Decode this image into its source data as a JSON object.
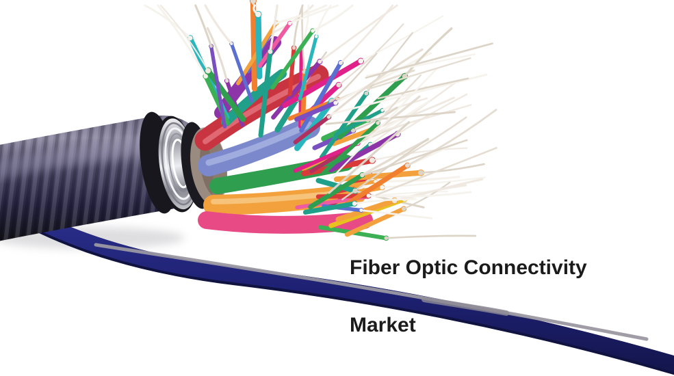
{
  "title": {
    "line1": "Fiber Optic Connectivity",
    "line2": "Market",
    "color": "#1b1b1b"
  },
  "artwork": {
    "subject": "frayed-fiber-optic-cable",
    "colors": {
      "background": "#ffffff",
      "jacket_dark": "#1c1b2e",
      "jacket_mid": "#4a4766",
      "jacket_light": "#8c87a0",
      "black_ring": "#17171d",
      "metal_silver": "#c3c3cc",
      "wrap_tan": "#a8988c",
      "thin_cable": "#1e2173",
      "thin_cable_dark": "#10123f",
      "thin_cable_highlight": "#9b98a2",
      "tube_red": "#c83540",
      "tube_periwinkle": "#7b89cc",
      "tube_green": "#2f9e4f",
      "tube_orange": "#f2a13d",
      "tube_pink": "#e84a86",
      "tube_purple": "#8d35a8",
      "fiber_palette": [
        "#e0218a",
        "#8d35a8",
        "#2f9e4f",
        "#f2a13d",
        "#d83a3a",
        "#29b6bd",
        "#5a6fd0",
        "#e8c020",
        "#ef5aa0",
        "#7a4fc0",
        "#3cb054",
        "#f08030",
        "#20a08a",
        "#b03060"
      ],
      "fiber_tips": [
        "#efe9e1",
        "#e5ddd2",
        "#f6f2ec",
        "#ddd4c8"
      ]
    }
  }
}
